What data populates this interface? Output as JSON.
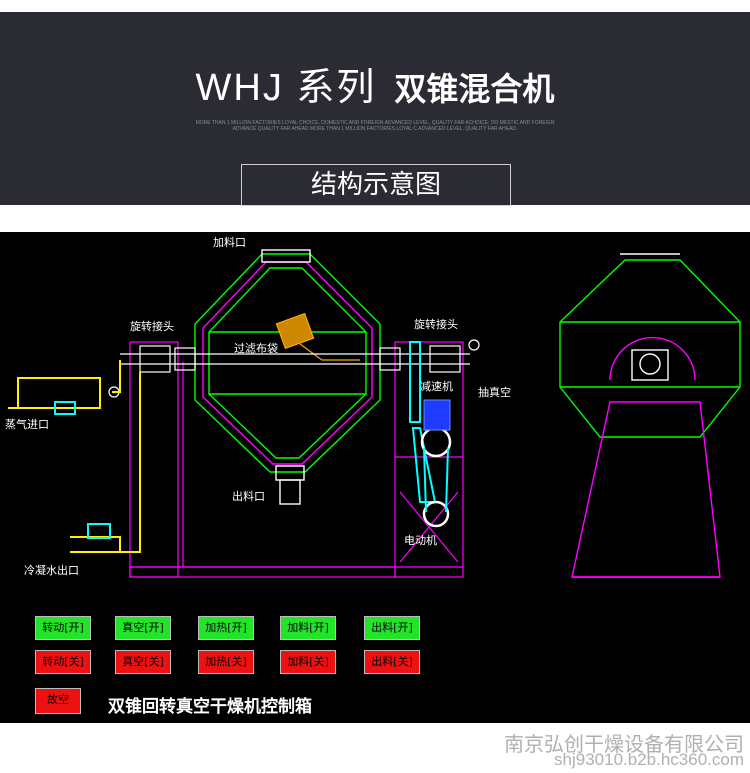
{
  "header": {
    "series": "WHJ 系列",
    "product": "双锥混合机",
    "tagline": "MORE THAN 1 MILLION FACTORIES LOYAL CHOICE, DOMESTIC AND FOREIGN ADVANCED LEVEL, QUALITY FAR ACHOICE; DO MESTIC AND FOREIGN ADVANCE QUALITY FAR AHEAD MORE THAN 1 MILLION FACTORIES LOYAL C ADVANCED LEVEL, QUALITY FAR AHEAD.",
    "section": "结构示意图"
  },
  "diagram": {
    "labels": {
      "feed_inlet": "加料口",
      "rotary_joint_left": "旋转接头",
      "rotary_joint_right": "旋转接头",
      "filter_bag": "过滤布袋",
      "reducer": "减速机",
      "vacuum": "抽真空",
      "steam_inlet": "蒸气进口",
      "discharge": "出料口",
      "motor": "电动机",
      "condensate_outlet": "冷凝水出口"
    },
    "colors": {
      "vessel": "#00ff00",
      "frame": "#ff00ff",
      "steam_pipe": "#ffee00",
      "drive": "#00ffff",
      "shaft": "#ffffff",
      "filter": "#ffaa00",
      "motor": "#3355ff"
    }
  },
  "panel": {
    "buttons_on": [
      "转动[开]",
      "真空[开]",
      "加热[开]",
      "加料[开]",
      "出料[开]"
    ],
    "buttons_off": [
      "转动[关]",
      "真空[关]",
      "加热[关]",
      "加料[关]",
      "出料[关]"
    ],
    "alarm": "故空",
    "title": "双锥回转真空干燥机控制箱"
  },
  "footer": {
    "company": "南京弘创干燥设备有限公司",
    "url": "shj93010.b2b.hc360.com"
  }
}
